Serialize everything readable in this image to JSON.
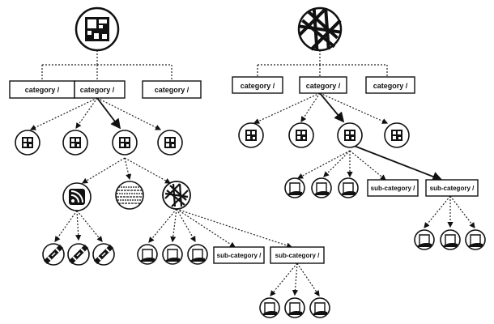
{
  "left_tree": {
    "categories": [
      "category /",
      "category /",
      "category /"
    ],
    "subcategories": [
      "sub-category /",
      "sub-category /"
    ]
  },
  "right_tree": {
    "categories": [
      "category /",
      "category /",
      "category /"
    ],
    "subcategories": [
      "sub-category /",
      "sub-category /"
    ]
  },
  "icons": {
    "root_left": "grid-icon",
    "root_right": "globe-lines-icon",
    "category_node": "grid-icon",
    "feed": "rss-icon",
    "text": "text-document-icon",
    "photo": "photo-icon",
    "link": "link-icon",
    "page": "page-icon"
  },
  "colors": {
    "stroke": "#111111",
    "background": "#ffffff"
  }
}
